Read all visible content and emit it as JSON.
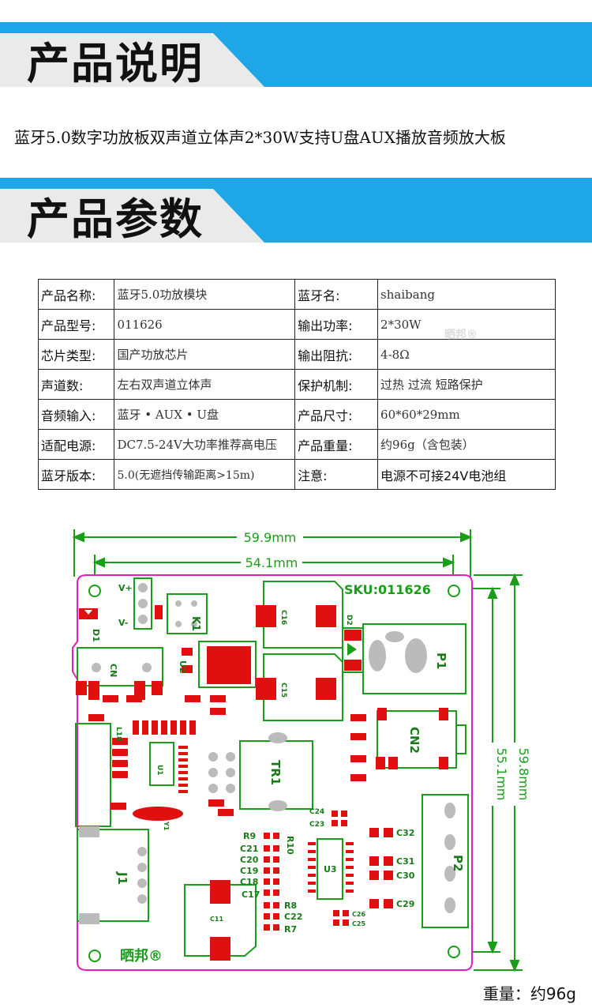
{
  "section1": {
    "title": "产品说明"
  },
  "description": "蓝牙5.0数字功放板双声道立体声2*30W支持U盘AUX播放音频放大板",
  "section2": {
    "title": "产品参数"
  },
  "spec_rows": [
    {
      "k1": "产品名称:",
      "v1": "蓝牙5.0功放模块",
      "k2": "蓝牙名:",
      "v2": "shaibang"
    },
    {
      "k1": "产品型号:",
      "v1": "011626",
      "k2": "输出功率:",
      "v2": "2*30W"
    },
    {
      "k1": "芯片类型:",
      "v1": "国产功放芯片",
      "k2": "输出阻抗:",
      "v2": "4-8Ω"
    },
    {
      "k1": "声道数:",
      "v1": "左右双声道立体声",
      "k2": "保护机制:",
      "v2": "过热 过流 短路保护"
    },
    {
      "k1": "音频输入:",
      "v1": "蓝牙 • AUX • U盘",
      "k2": "产品尺寸:",
      "v2": "60*60*29mm"
    },
    {
      "k1": "适配电源:",
      "v1": "DC7.5-24V大功率推荐高电压",
      "k2": "产品重量:",
      "v2": "约96g（含包装）"
    },
    {
      "k1": "蓝牙版本:",
      "v1": "5.0(无遮挡传输距离>15m)",
      "k2": "注意:",
      "v2": "电源不可接24V电池组"
    }
  ],
  "watermark": "晒邦®",
  "board": {
    "dim_outer_w": "59.9mm",
    "dim_inner_w": "54.1mm",
    "dim_inner_h": "55.1mm",
    "dim_outer_h": "59.8mm",
    "sku": "SKU:011626",
    "brand": "晒邦®",
    "labels": {
      "vp": "V+",
      "vm": "V-",
      "k1": "K1",
      "d1": "D1",
      "cn": "CN",
      "u2": "U2",
      "c16": "C16",
      "c15": "C15",
      "d2": "D2",
      "p1": "P1",
      "cn2": "CN2",
      "l1": "L18",
      "u1": "U1",
      "tr1": "TR1",
      "y1": "Y1",
      "c24": "C24",
      "c23": "C23",
      "c32": "C32",
      "c31": "C31",
      "c30": "C30",
      "c29": "C29",
      "p2": "P2",
      "r9": "R9",
      "r10": "R10",
      "c21": "C21",
      "c20": "C20",
      "c19": "C19",
      "c18": "C18",
      "c17": "C17",
      "r8": "R8",
      "c22": "C22",
      "r7": "R7",
      "u3": "U3",
      "c26": "C26",
      "c25": "C25",
      "j1": "J1",
      "c11": "C11"
    }
  },
  "weight_note": "重量：约96g"
}
